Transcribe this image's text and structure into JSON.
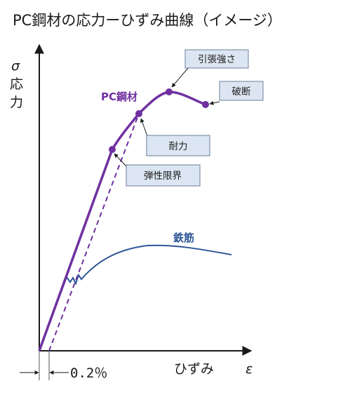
{
  "title": "PC鋼材の応力ーひずみ曲線（イメージ）",
  "axes": {
    "y_symbol": "σ",
    "y_label_1": "応",
    "y_label_2": "力",
    "x_label": "ひずみ",
    "x_symbol": "ε"
  },
  "series": {
    "pc_steel": {
      "label": "PC鋼材",
      "color": "#7030a0"
    },
    "rebar": {
      "label": "鉄筋",
      "color": "#2e5597"
    }
  },
  "callouts": {
    "tensile_strength": "引張強さ",
    "fracture": "破断",
    "proof_stress": "耐力",
    "elastic_limit": "弾性限界"
  },
  "offset": {
    "label": "0.2％"
  },
  "colors": {
    "axis": "#1a1a1a",
    "callout_fill": "#dce6f2",
    "callout_stroke": "#6a7f9a"
  }
}
